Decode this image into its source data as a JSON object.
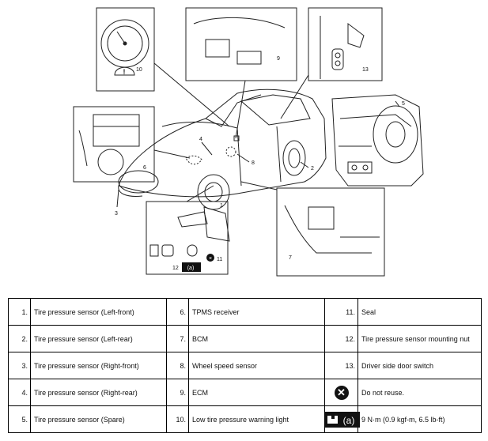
{
  "callouts": {
    "c1": "1",
    "c2": "2",
    "c3": "3",
    "c4": "4",
    "c5": "5",
    "c6": "6",
    "c7": "7",
    "c8": "8",
    "c9": "9",
    "c10": "10",
    "c11": "11",
    "c12": "12",
    "c13": "13",
    "torque_tag": "(a)"
  },
  "legend": [
    [
      {
        "num": "1.",
        "text": "Tire pressure sensor (Left-front)"
      },
      {
        "num": "6.",
        "text": "TPMS receiver"
      },
      {
        "num": "11.",
        "text": "Seal"
      }
    ],
    [
      {
        "num": "2.",
        "text": "Tire pressure sensor (Left-rear)"
      },
      {
        "num": "7.",
        "text": "BCM"
      },
      {
        "num": "12.",
        "text": "Tire pressure sensor mounting nut"
      }
    ],
    [
      {
        "num": "3.",
        "text": "Tire pressure sensor (Right-front)"
      },
      {
        "num": "8.",
        "text": "Wheel speed sensor"
      },
      {
        "num": "13.",
        "text": "Driver side door switch"
      }
    ],
    [
      {
        "num": "4.",
        "text": "Tire pressure sensor (Right-rear)"
      },
      {
        "num": "9.",
        "text": "ECM"
      },
      {
        "icon": "do-not-reuse-icon",
        "text": "Do not reuse."
      }
    ],
    [
      {
        "num": "5.",
        "text": "Tire pressure sensor (Spare)"
      },
      {
        "num": "10.",
        "text": "Low tire pressure warning light"
      },
      {
        "icon": "torque-wrench-icon",
        "icon_tag": "(a)",
        "text": "9 N·m (0.9 kgf-m, 6.5 lb-ft)"
      }
    ]
  ]
}
